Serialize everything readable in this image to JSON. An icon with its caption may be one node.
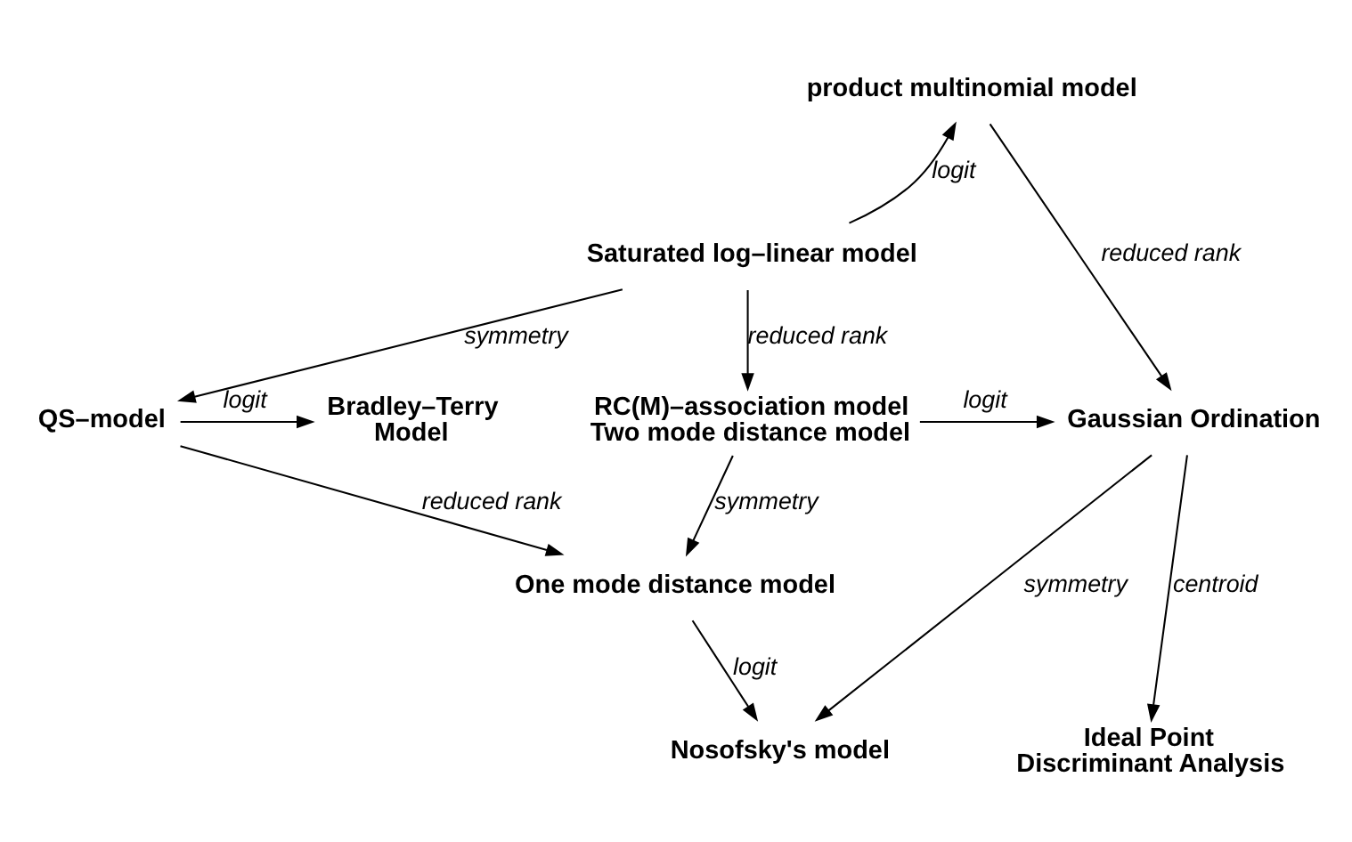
{
  "diagram": {
    "nodes": [
      {
        "text": [
          "product multinomial model"
        ]
      },
      {
        "text": [
          "Saturated log–linear model"
        ]
      },
      {
        "text": [
          "Bradley–Terry Model"
        ]
      },
      {
        "text": [
          "QS–model"
        ]
      },
      {
        "text": [
          "RC(M)–association model",
          "Two mode distance model"
        ]
      },
      {
        "text": [
          "Gaussian Ordination"
        ]
      },
      {
        "text": [
          "One mode distance model"
        ]
      },
      {
        "text": [
          "Nosofsky's model"
        ]
      },
      {
        "text": [
          "Ideal Point Discriminant Analysis"
        ]
      }
    ],
    "edges": [
      {
        "from": 1,
        "to": 0,
        "arrow": "to",
        "label": "logit"
      },
      {
        "from": 0,
        "to": 5,
        "arrow": "to",
        "label": "reduced rank"
      },
      {
        "from": 1,
        "to": 3,
        "arrow": "to",
        "label": "symmetry"
      },
      {
        "from": 1,
        "to": 4,
        "arrow": "to",
        "label": "reduced rank"
      },
      {
        "from": 3,
        "to": 2,
        "arrow": "to",
        "label": "logit"
      },
      {
        "from": 4,
        "to": 5,
        "arrow": "to",
        "label": "logit"
      },
      {
        "from": 3,
        "to": 6,
        "arrow": "to",
        "label": "reduced rank"
      },
      {
        "from": 4,
        "to": 6,
        "arrow": "to",
        "label": "symmetry"
      },
      {
        "from": 6,
        "to": 7,
        "arrow": "to",
        "label": "logit"
      },
      {
        "from": 5,
        "to": 7,
        "arrow": "to",
        "label": "symmetry"
      },
      {
        "from": 5,
        "to": 8,
        "arrow": "to",
        "label": "centroid"
      }
    ]
  }
}
